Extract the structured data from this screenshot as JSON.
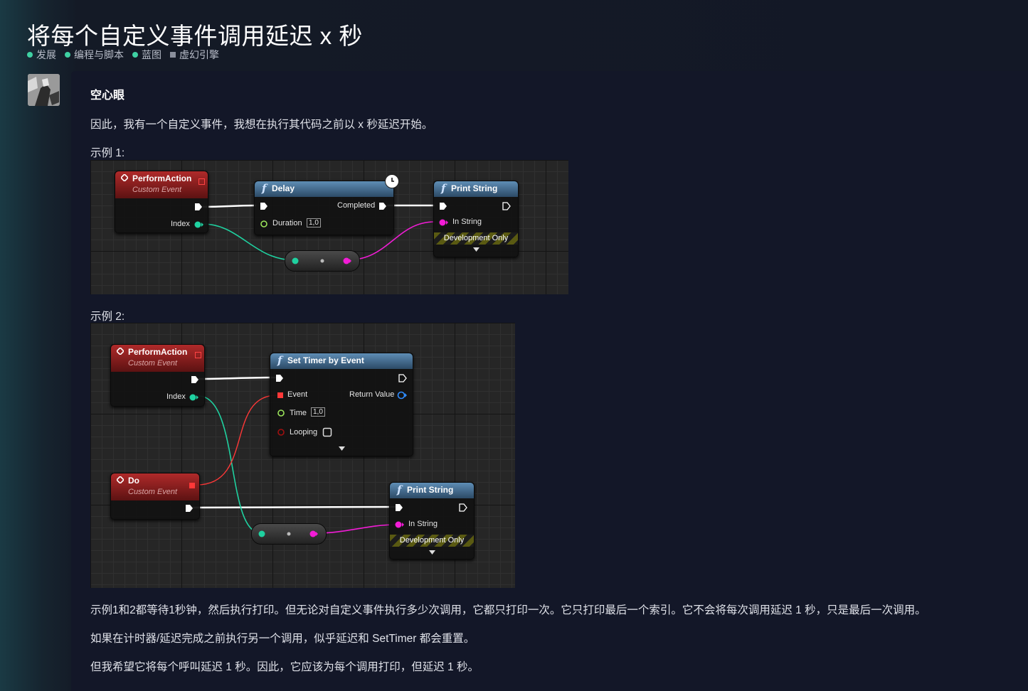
{
  "title": "将每个自定义事件调用延迟 x 秒",
  "tags": [
    "发展",
    "编程与脚本",
    "蓝图",
    "虚幻引擎"
  ],
  "post": {
    "author": "空心眼",
    "intro": "因此，我有一个自定义事件，我想在执行其代码之前以 x 秒延迟开始。",
    "example1_label": "示例 1:",
    "example2_label": "示例 2:",
    "para1": "示例1和2都等待1秒钟，然后执行打印。但无论对自定义事件执行多少次调用，它都只打印一次。它只打印最后一个索引。它不会将每次调用延迟 1 秒，只是最后一次调用。",
    "para2": "如果在计时器/延迟完成之前执行另一个调用，似乎延迟和 SetTimer 都会重置。",
    "para3": "但我希望它将每个呼叫延迟 1 秒。因此，它应该为每个调用打印，但延迟 1 秒。"
  },
  "bp1": {
    "perform_action": {
      "title": "PerformAction",
      "subtitle": "Custom Event",
      "index_label": "Index"
    },
    "delay": {
      "title": "Delay",
      "completed_label": "Completed",
      "duration_label": "Duration",
      "duration_value": "1,0"
    },
    "print_string": {
      "title": "Print String",
      "in_string_label": "In String",
      "dev_label": "Development Only"
    }
  },
  "bp2": {
    "perform_action": {
      "title": "PerformAction",
      "subtitle": "Custom Event",
      "index_label": "Index"
    },
    "set_timer": {
      "title": "Set Timer by Event",
      "event_label": "Event",
      "return_label": "Return Value",
      "time_label": "Time",
      "time_value": "1,0",
      "looping_label": "Looping"
    },
    "do_event": {
      "title": "Do",
      "subtitle": "Custom Event"
    },
    "print_string": {
      "title": "Print String",
      "in_string_label": "In String",
      "dev_label": "Development Only"
    }
  },
  "colors": {
    "tag_dot": "#3fd1a3",
    "exec_pin": "#ffffff",
    "int_pin": "#1fd1a0",
    "string_pin": "#f21cd6",
    "float_pin": "#9be45a",
    "delegate_pin": "#ff3838",
    "event_header": "#b02a2a",
    "function_header": "#5e8db5"
  }
}
